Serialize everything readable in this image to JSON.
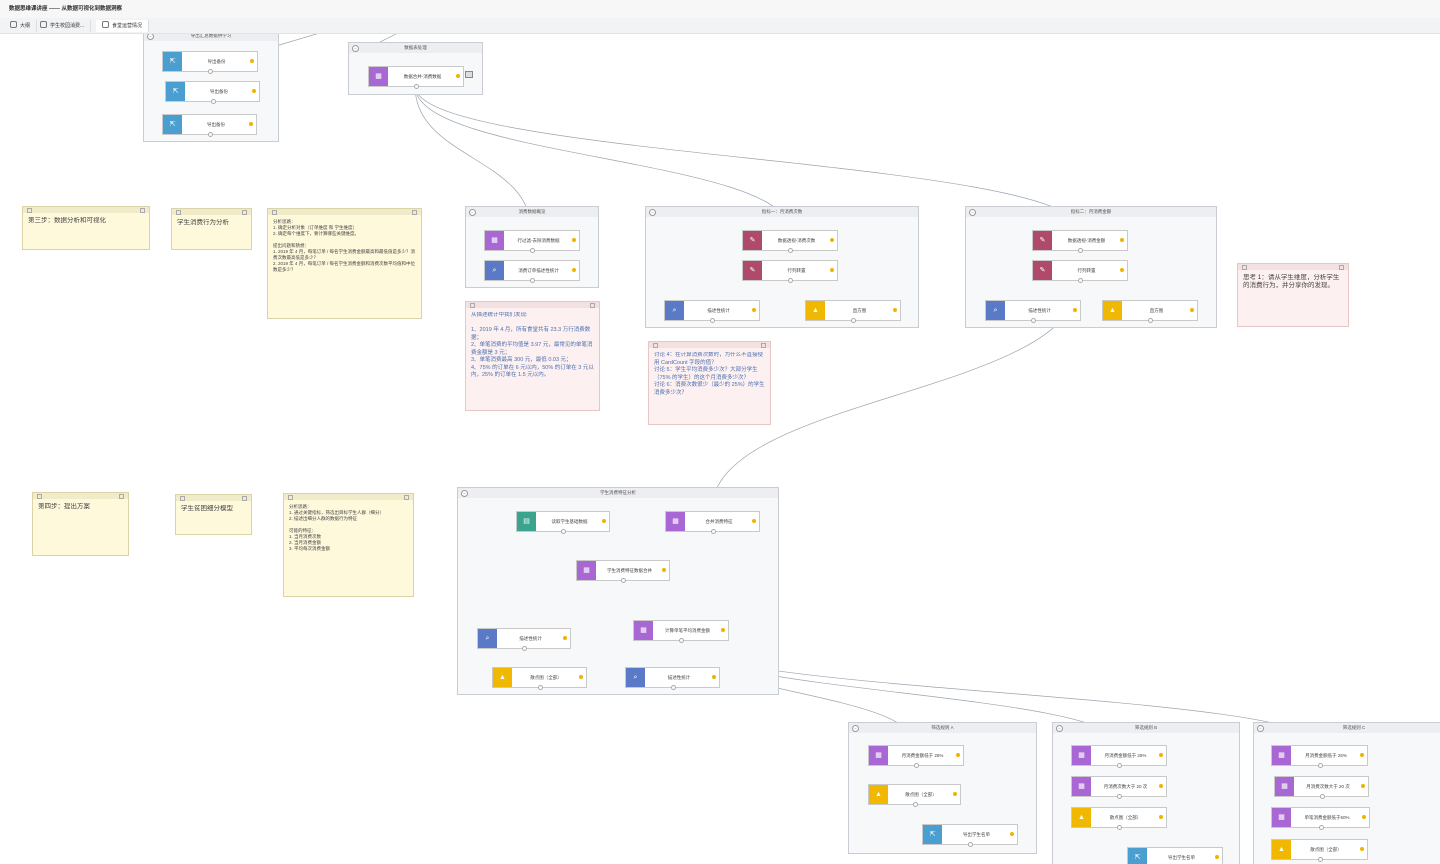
{
  "app": {
    "title": "数据思维课讲座 —— 从数据可视化到数据洞察"
  },
  "tabs": [
    {
      "label": "大纲",
      "icon": "outline-icon"
    },
    {
      "label": "学生校园消费...",
      "icon": "user-icon"
    },
    {
      "label": "食堂运营情况",
      "icon": "user-icon"
    }
  ],
  "colors": {
    "data": "#a967d4",
    "desc": "#5a79c6",
    "plot": "#f0b800",
    "filter": "#b04a6a",
    "export": "#4a9fd0",
    "table": "#3aa58c",
    "status": "#f0b400",
    "wire": "#9aa3ad"
  },
  "groups": [
    {
      "id": "g-export",
      "title": "导出汇总数据供学习"
    },
    {
      "id": "g-merge",
      "title": "数据表处理"
    },
    {
      "id": "g-overview",
      "title": "消费数据概览"
    },
    {
      "id": "g-count",
      "title": "指标一：月消费次数"
    },
    {
      "id": "g-amount",
      "title": "指标二：月消费金额"
    },
    {
      "id": "g-profile",
      "title": "学生消费特征分析"
    },
    {
      "id": "g-a",
      "title": "筛选规则 A"
    },
    {
      "id": "g-b",
      "title": "筛选规则 B"
    },
    {
      "id": "g-c",
      "title": "筛选规则 C"
    }
  ],
  "nodes": [
    {
      "id": "n1",
      "label": "导出备份",
      "icon": "export-icon",
      "color": "export"
    },
    {
      "id": "n2",
      "label": "导出备份",
      "icon": "export-icon",
      "color": "export"
    },
    {
      "id": "n3",
      "label": "导出备份",
      "icon": "export-icon",
      "color": "export"
    },
    {
      "id": "n4",
      "label": "数据合并-消费数据",
      "icon": "data-icon",
      "color": "data"
    },
    {
      "id": "n5",
      "label": "行过滤-去除消费数据",
      "icon": "data-icon",
      "color": "data"
    },
    {
      "id": "n6",
      "label": "消费订单描述性统计",
      "icon": "search-icon",
      "color": "desc"
    },
    {
      "id": "n7",
      "label": "数据透视-消费次数",
      "icon": "filter-icon",
      "color": "filter"
    },
    {
      "id": "n8",
      "label": "行列转置",
      "icon": "filter-icon",
      "color": "filter"
    },
    {
      "id": "n9",
      "label": "描述性统计",
      "icon": "search-icon",
      "color": "desc"
    },
    {
      "id": "n10",
      "label": "直方图",
      "icon": "plot-icon",
      "color": "plot"
    },
    {
      "id": "n11",
      "label": "数据透视-消费金额",
      "icon": "filter-icon",
      "color": "filter"
    },
    {
      "id": "n12",
      "label": "行列转置",
      "icon": "filter-icon",
      "color": "filter"
    },
    {
      "id": "n13",
      "label": "描述性统计",
      "icon": "search-icon",
      "color": "desc"
    },
    {
      "id": "n14",
      "label": "直方图",
      "icon": "plot-icon",
      "color": "plot"
    },
    {
      "id": "n15",
      "label": "读取学生基础数据",
      "icon": "table-icon",
      "color": "table"
    },
    {
      "id": "n16",
      "label": "合并消费特征",
      "icon": "data-icon",
      "color": "data"
    },
    {
      "id": "n17",
      "label": "学生消费特征数据合并",
      "icon": "data-icon",
      "color": "data"
    },
    {
      "id": "n18",
      "label": "描述性统计",
      "icon": "search-icon",
      "color": "desc"
    },
    {
      "id": "n19",
      "label": "计算单笔平均消费金额",
      "icon": "data-icon",
      "color": "data"
    },
    {
      "id": "n20",
      "label": "散点图（全部）",
      "icon": "plot-icon",
      "color": "plot"
    },
    {
      "id": "n21",
      "label": "描述性统计",
      "icon": "search-icon",
      "color": "desc"
    },
    {
      "id": "n22",
      "label": "月消费金额低于 25%",
      "icon": "data-icon",
      "color": "data"
    },
    {
      "id": "n23",
      "label": "散点图（全部）",
      "icon": "plot-icon",
      "color": "plot"
    },
    {
      "id": "n24",
      "label": "导出学生名单",
      "icon": "export-icon",
      "color": "export"
    },
    {
      "id": "n25",
      "label": "月消费金额低于 25%",
      "icon": "data-icon",
      "color": "data"
    },
    {
      "id": "n26",
      "label": "月消费次数大于 20 次",
      "icon": "data-icon",
      "color": "data"
    },
    {
      "id": "n27",
      "label": "散点图（全部）",
      "icon": "plot-icon",
      "color": "plot"
    },
    {
      "id": "n28",
      "label": "导出学生名单",
      "icon": "export-icon",
      "color": "export"
    },
    {
      "id": "n29",
      "label": "月消费金额低于 25%",
      "icon": "data-icon",
      "color": "data"
    },
    {
      "id": "n30",
      "label": "月消费次数大于 20 次",
      "icon": "data-icon",
      "color": "data"
    },
    {
      "id": "n31",
      "label": "单笔消费金额低于50%",
      "icon": "data-icon",
      "color": "data"
    },
    {
      "id": "n32",
      "label": "散点图（全部）",
      "icon": "plot-icon",
      "color": "plot"
    }
  ],
  "notes": [
    {
      "id": "note-step3",
      "text": "第三步：数据分析和可视化",
      "style": "big",
      "color": "yellow"
    },
    {
      "id": "note-behavior",
      "text": "学生消费行为分析",
      "style": "big",
      "color": "yellow"
    },
    {
      "id": "note-plan1",
      "text": "分析思路：\n1. 确定分析对象（订单维度 和 学生维度）\n2. 确定每个维度下，要计算哪些关键维度。\n\n提出问题和猜想：\n1. 2019 年 4 月，每笔订单 / 每名学生消费金额最高和最低值是多少？消费次数最高低是多少？\n2. 2019 年 4 月，每笔订单 / 每名学生消费金额和消费次数平均值和中位数是多少？",
      "style": "small",
      "color": "yellow"
    },
    {
      "id": "note-findings",
      "text": "从描述统计中我们发现:\n\n1、2019 年 4 月，所有食堂共有 23.3 万行消费数据；\n2、单笔消费的平均值是 3.97 元，最常见的单笔消费金额是 3 元；\n3、单笔消费最高 300 元，最低 0.03 元；\n4、75% 的订单在 6 元以内，50% 的订单在 3 元以内，25% 的订单在 1.5 元以内。",
      "style": "blue",
      "color": "pink"
    },
    {
      "id": "note-discuss",
      "text": "讨论 4：在计算消费次数时，为什么不直接使用 CardCount 字段的值？\n讨论 5：学生平均消费多少次？大部分学生（75% 的学生）的这个月消费多少次？\n讨论 6：消费次数很少（最少的 25%）的学生消费多少次？",
      "style": "blue",
      "color": "pink"
    },
    {
      "id": "note-think1",
      "text": "思考 1：请从学生维度，分析学生的消费行为，并分享你的发现。",
      "style": "big",
      "color": "pink"
    },
    {
      "id": "note-step4",
      "text": "第四步：提出方案",
      "style": "big",
      "color": "yellow"
    },
    {
      "id": "note-model",
      "text": "学生贫困细分模型",
      "style": "big",
      "color": "yellow"
    },
    {
      "id": "note-plan2",
      "text": "分析思路：\n1. 通过关键指标，筛选出目标学生人群（细分）\n2. 描述出细分人群的数据行为特征\n\n可能的特征：\n1. 当月消费次数\n2. 当月消费金额\n3. 平均每次消费金额",
      "style": "small",
      "color": "yellow"
    }
  ]
}
